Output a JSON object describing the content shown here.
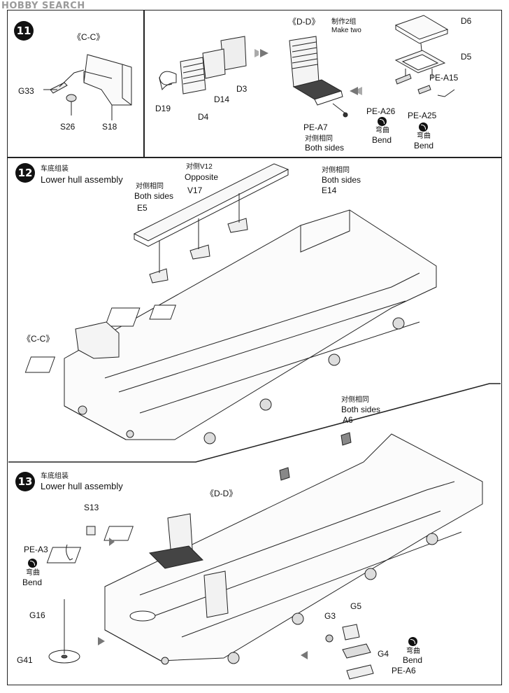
{
  "watermark": "HOBBY SEARCH",
  "steps": {
    "s11": {
      "number": "11",
      "cc_title": "《C-C》",
      "parts": {
        "G33": "G33",
        "S26": "S26",
        "S18": "S18"
      },
      "dd_title": "《D-D》",
      "make_two_cn": "制作2组",
      "make_two_en": "Make two",
      "parts2": {
        "D6": "D6",
        "D5": "D5",
        "D3": "D3",
        "D14": "D14",
        "D19": "D19",
        "D4": "D4",
        "PEA15": "PE-A15",
        "PEA26": "PE-A26",
        "PEA25": "PE-A25",
        "PEA7": "PE-A7"
      },
      "bend_cn": "弯曲",
      "bend_en": "Bend",
      "both_cn": "对侧相同",
      "both_en": "Both sides"
    },
    "s12": {
      "number": "12",
      "title_cn": "车底组装",
      "title_en": "Lower hull assembly",
      "opposite_cn": "对侧V12",
      "opposite_en": "Opposite",
      "both_cn": "对侧相同",
      "both_en": "Both sides",
      "parts": {
        "V17": "V17",
        "E5": "E5",
        "E14": "E14"
      },
      "cc_label": "《C-C》"
    },
    "s13": {
      "number": "13",
      "title_cn": "车底组装",
      "title_en": "Lower hull assembly",
      "both_cn": "对侧相同",
      "both_en": "Both sides",
      "dd_label": "《D-D》",
      "parts": {
        "A6": "A6",
        "S13": "S13",
        "PEA3": "PE-A3",
        "G16": "G16",
        "G41": "G41",
        "G3": "G3",
        "G5": "G5",
        "G4": "G4",
        "PEA6": "PE-A6"
      },
      "bend_cn": "弯曲",
      "bend_en": "Bend"
    }
  }
}
